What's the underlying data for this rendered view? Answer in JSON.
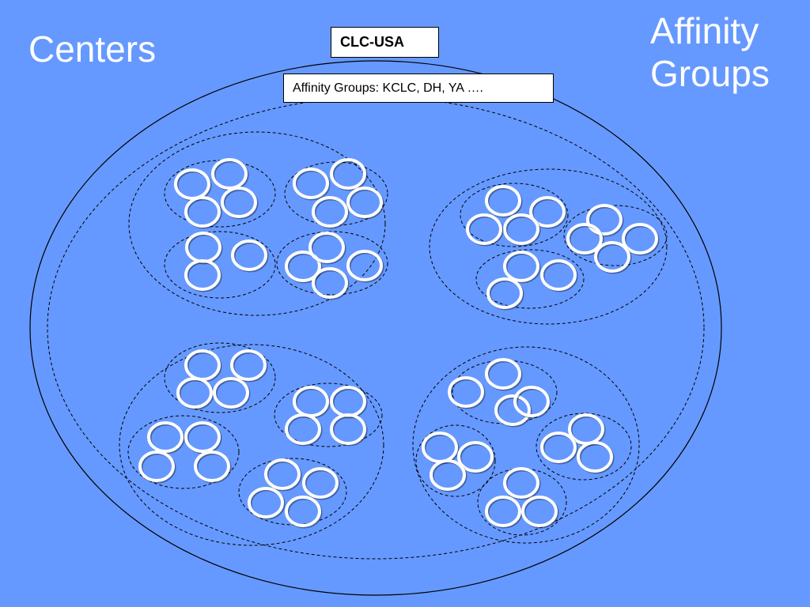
{
  "headings": {
    "centers": "Centers",
    "affinity_line1": "Affinity",
    "affinity_line2": "Groups"
  },
  "labels": {
    "clc": "CLC-USA",
    "affinity_groups": "Affinity Groups: KCLC, DH, YA …."
  },
  "colors": {
    "background": "#6699ff",
    "ring": "#ffffff",
    "line": "#000000"
  }
}
